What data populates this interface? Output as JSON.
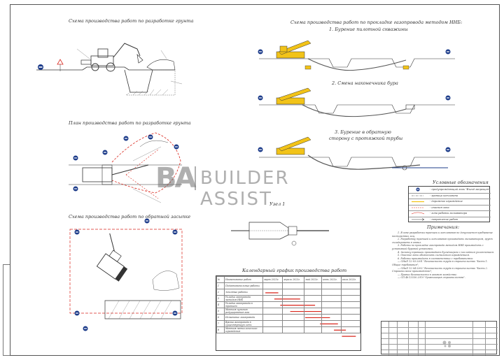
{
  "titles": {
    "excavation": "Схема производства работ по разработке грунта",
    "hdd": "Схема производства работ по прокладке газопровода методом ННБ:",
    "hdd_step1": "1. Бурение пилотной скважины",
    "hdd_step2": "2. Смена наконечника бура",
    "hdd_step3_line1": "3. Бурение в обратную",
    "hdd_step3_line2": "сторону с протяжкой трубы",
    "plan": "План производства работ по разработке грунта",
    "backfill": "Схема производства работ по обратной засыпке",
    "node": "Узел 1",
    "calendar": "Календарный график производства работ",
    "legend": "Условные обозначения",
    "notes": "Примечания:"
  },
  "watermark": {
    "logo": "BA",
    "text": "BUILDER ASSIST"
  },
  "legend": [
    "- предупреждающий знак \"Въезд запрещен\"",
    "- граница котлована",
    "- дорожное ограждение",
    "- опасная зона",
    "- зона работы экскаватора",
    "- направление работ"
  ],
  "notes": [
    "1. В зоне разработки траншеи и котлованов не допускается пребывание посторонних лиц.",
    "2. Разработку траншей и котлованов производить экскаватором, грунт складировать в отвал.",
    "3. Работы по прокладке газопровода методом ННБ производить с установкой буровой установки.",
    "4. Засыпку траншеи производить бульдозером с послойным уплотнением.",
    "5. Опасные зоны обозначить сигнальным ограждением.",
    "6. Работы производить в соответствии с требованиями:",
    "— СНиП 12-03-2001 \"Безопасность труда в строительстве. Часть 1. Общие требования\";",
    "— СНиП 12-04-2002 \"Безопасность труда в строительстве. Часть 2. Строительное производство\";",
    "— Правил безопасности в газовом хозяйстве;",
    "— СП 48.13330.2019 \"Организация строительства\"."
  ],
  "calendar": {
    "col_no": "№",
    "col_name": "Наименование работ",
    "months": [
      "март 2023г.",
      "апрель 2023г.",
      "май 2023г.",
      "июнь 2023г.",
      "июль 2023г."
    ],
    "rows": [
      {
        "no": "1",
        "name": "Подготовительные работы"
      },
      {
        "no": "2",
        "name": "Земляные работы"
      },
      {
        "no": "3",
        "name": "Укладка газопровода методом ННБ"
      },
      {
        "no": "4",
        "name": "Укладка газопровода в траншею"
      },
      {
        "no": "5",
        "name": "Монтаж пунктов редуцирования газа"
      },
      {
        "no": "6",
        "name": "Испытание газопровода"
      },
      {
        "no": "7",
        "name": "Врезка газопровода в существующую сеть"
      },
      {
        "no": "8",
        "name": "Монтаж металлического ограждения"
      }
    ]
  },
  "gantt": [
    {
      "row": 0,
      "start": 0.05,
      "end": 0.18
    },
    {
      "row": 1,
      "start": 0.14,
      "end": 0.4
    },
    {
      "row": 2,
      "start": 0.2,
      "end": 0.55
    },
    {
      "row": 3,
      "start": 0.3,
      "end": 0.62
    },
    {
      "row": 4,
      "start": 0.45,
      "end": 0.7
    },
    {
      "row": 5,
      "start": 0.6,
      "end": 0.78
    },
    {
      "row": 6,
      "start": 0.74,
      "end": 0.86
    },
    {
      "row": 7,
      "start": 0.82,
      "end": 0.96
    }
  ],
  "colors": {
    "line": "#333333",
    "red": "#d9261c",
    "yellow": "#f2c318",
    "blue": "#1d3c8a",
    "ground": "#7a7a7a",
    "pipe": "#555555"
  },
  "icons": [
    "no-entry-sign-icon",
    "excavator-icon",
    "drilling-rig-icon",
    "warning-triangle-icon"
  ]
}
